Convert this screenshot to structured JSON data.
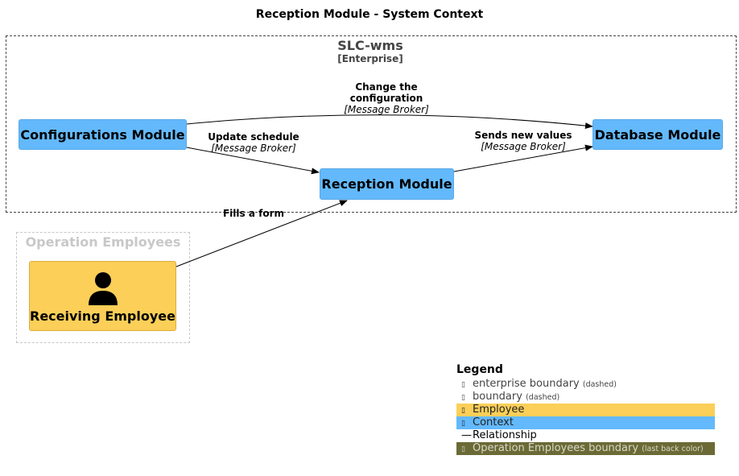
{
  "title": "Reception Module - System Context",
  "enterprise_boundary": {
    "name": "SLC-wms",
    "type": "[Enterprise]"
  },
  "employees_boundary": {
    "name": "Operation Employees"
  },
  "nodes": {
    "configurations": "Configurations Module",
    "database": "Database Module",
    "reception": "Reception Module",
    "receiving_employee": "Receiving Employee"
  },
  "relationships": {
    "change_config": {
      "label_line1": "Change the",
      "label_line2": "configuration",
      "tech": "[Message Broker]"
    },
    "update_schedule": {
      "label": "Update schedule",
      "tech": "[Message Broker]"
    },
    "sends_values": {
      "label": "Sends new values",
      "tech": "[Message Broker]"
    },
    "fills_form": {
      "label": "Fills a form"
    }
  },
  "legend": {
    "heading": "Legend",
    "enterprise_boundary": {
      "label": "enterprise boundary",
      "note": "(dashed)"
    },
    "boundary": {
      "label": "boundary",
      "note": "(dashed)"
    },
    "employee": "Employee",
    "context": "Context",
    "relationship": "Relationship",
    "operation_employees": {
      "label": "Operation Employees boundary",
      "note": "(last back color)"
    }
  },
  "colors": {
    "context": "#63b9fc",
    "employee": "#fbcf58",
    "operation_boundary_legend": "#6b6a36",
    "boundary_dashed": "#444444"
  },
  "icons": {
    "employee": "person-icon"
  }
}
